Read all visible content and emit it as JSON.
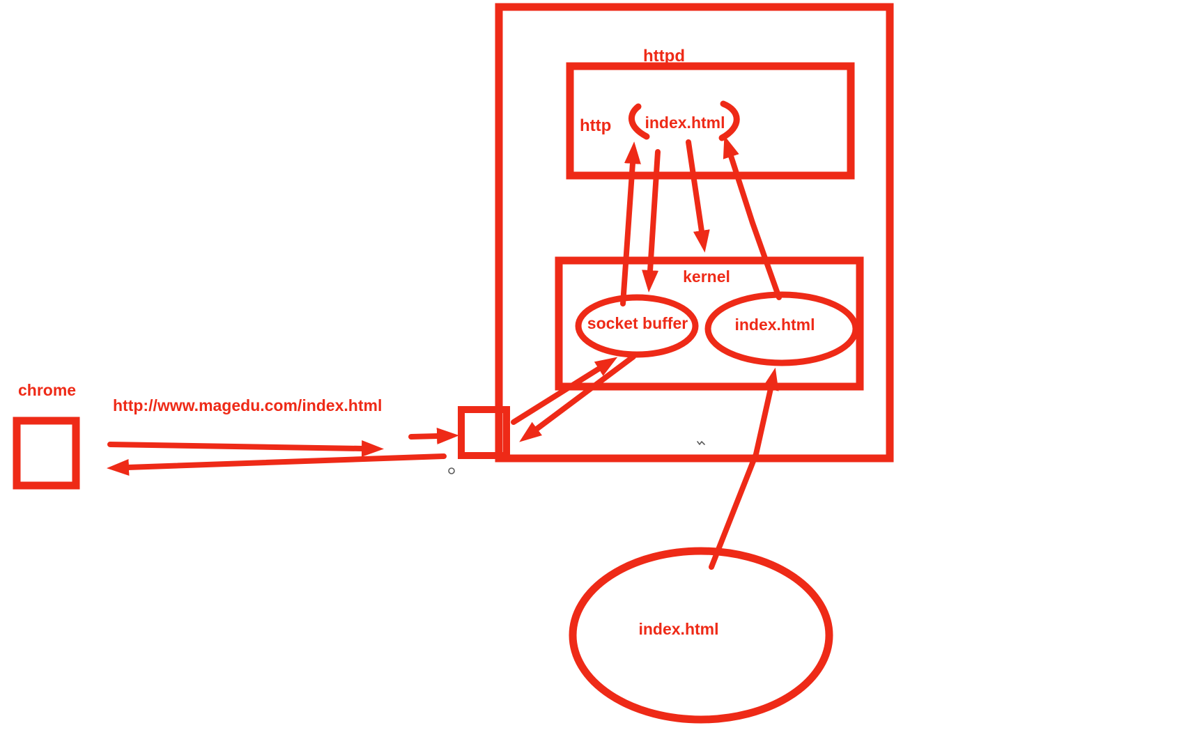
{
  "diagram": {
    "colors": {
      "ink": "#ee2a17",
      "mark": "#5a5a5a",
      "canvas": "#ffffff"
    },
    "client": {
      "label": "chrome"
    },
    "request": {
      "url": "http://www.magedu.com/index.html"
    },
    "server": {
      "label": "httpd",
      "process": {
        "label": "http",
        "payload": "index.html"
      },
      "kernel": {
        "label": "kernel",
        "socket_buffer": "socket buffer",
        "cached_file": "index.html"
      }
    },
    "disk_file": {
      "label": "index.html"
    }
  }
}
